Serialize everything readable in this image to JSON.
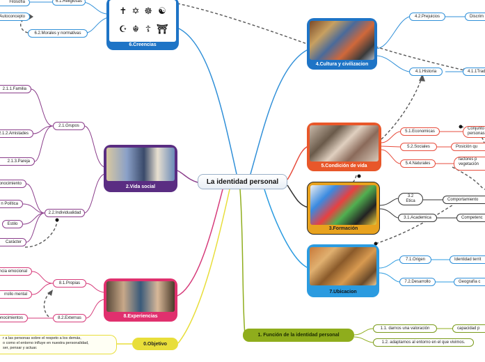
{
  "central": {
    "label": "La identidad personal"
  },
  "main_nodes": {
    "creencias": {
      "label": "6.Creencias",
      "color": "#1e74c6"
    },
    "cultura": {
      "label": "4.Cultura y civilizacion",
      "color": "#1e74c6"
    },
    "vida_social": {
      "label": "2.Vida social",
      "color": "#5a2d82"
    },
    "condicion": {
      "label": "5.Condición de vida",
      "color": "#e8572a"
    },
    "formacion": {
      "label": "3.Formación",
      "color": "#e8a21e"
    },
    "ubicacion": {
      "label": "7.Ubicacion",
      "color": "#2b9be0"
    },
    "experiencias": {
      "label": "8.Experiencias",
      "color": "#e0306e"
    },
    "objetivo": {
      "label": "0.Objetivo",
      "color": "#e8de3a"
    },
    "funcion": {
      "label": "1. Función de la identidad personal",
      "color": "#8fad1c"
    }
  },
  "subtopics": {
    "filosofia": "Filosofía",
    "religiosas": "6.1.Religiosas",
    "autoconcepto": "Autoconcepto",
    "morales": "6.2.Morales y normativas",
    "prejuicios": "4.2.Prejuicios",
    "discrim": "Discrim",
    "historia": "4.1.Historia",
    "trad": "4.1.1Trad",
    "familia": "2.1.1.Familia",
    "amistades": "2.1.2.Amistades",
    "pareja": "2.1.3.Pareja",
    "grupos": "2.1.Grupos",
    "individualidad": "2.2.Individualidad",
    "conocimiento": "onocimiento",
    "politica": "n Política",
    "estilo": "Estilo",
    "caracter": "Carácter",
    "economicas": "5.1.Economicas",
    "sociales": "5.2.Sociales",
    "naturales": "5.4.Naturales",
    "conjunto": [
      "Conjunto",
      "personas"
    ],
    "posicion": "Posición qu",
    "factores": [
      "factores p",
      "vegetación"
    ],
    "etica": [
      "3.2",
      "Etica"
    ],
    "academica": "3.1.Academica",
    "comportamiento": "Comportamiento",
    "competencia": "Competenc",
    "origen": "7.1.Origen",
    "desarrollo": "7.2.Desarrollo",
    "identidad_terr": "Identidad territ",
    "geografia": "Geografía c",
    "emocional": "ncia emocional",
    "mental": "rrollo mental",
    "conocimientos": "onocimientos",
    "propias": "8.1.Propias",
    "externas": "8.2.Externas",
    "valoracion": "1.1. darnos una valoración",
    "capacidad": "capacidad p",
    "adaptarnos": "1.2. adaptarnos al entorno en el que vivimos."
  },
  "objetivo_text": [
    "r a las personas sobre el respeto a los demás,",
    "o como el entorno influye en nuestra personalidad,",
    "ser, pensar y actuar."
  ],
  "colors": {
    "blue": "#2f8fd8",
    "purple": "#8a3c8a",
    "red": "#e74c3c",
    "pink": "#d63b7a",
    "yellow": "#e8de3a",
    "green": "#8fad1c",
    "dark": "#333333"
  }
}
